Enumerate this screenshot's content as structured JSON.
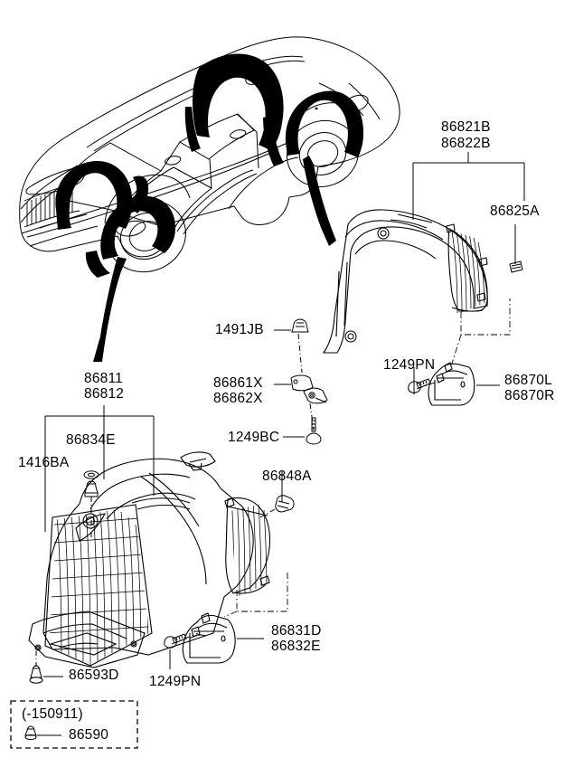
{
  "diagram": {
    "title": "Wheel Guard / Fender Liner Parts Diagram",
    "vehicle_view": "sedan-three-quarter-front-left",
    "line_color": "#000000",
    "fill_color": "#000000",
    "background": "#ffffff"
  },
  "labels": {
    "front_liner": "86811",
    "front_liner_alt": "86812",
    "front_liner_grommet": "86834E",
    "front_liner_nut": "1416BA",
    "front_cover_clip": "86848A",
    "front_flap_l": "86831D",
    "front_flap_r": "86832E",
    "front_flap_screw": "1249PN",
    "front_lower_clip": "86593D",
    "legacy_note": "(-150911)",
    "legacy_clip": "86590",
    "rear_liner": "86821B",
    "rear_liner_alt": "86822B",
    "rear_liner_clip": "86825A",
    "rear_top_clip": "1491JB",
    "rear_bracket_l": "86861X",
    "rear_bracket_r": "86862X",
    "rear_bracket_screw": "1249BC",
    "rear_flap_screw": "1249PN",
    "rear_flap_l": "86870L",
    "rear_flap_r": "86870R"
  }
}
